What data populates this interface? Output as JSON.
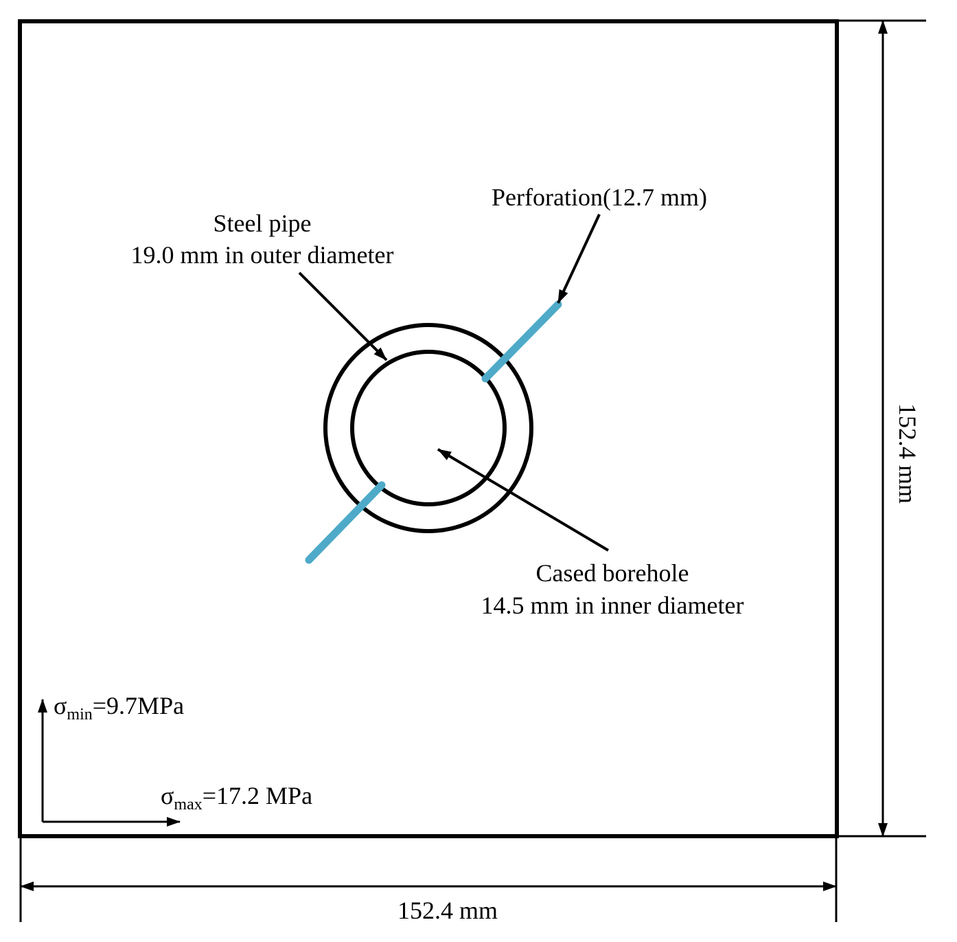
{
  "labels": {
    "perforation": "Perforation(12.7 mm)",
    "steel_pipe_title": "Steel pipe",
    "steel_pipe_dim": "19.0 mm in outer diameter",
    "borehole_title": "Cased borehole",
    "borehole_dim": "14.5 mm in inner diameter",
    "width_dim": "152.4 mm",
    "height_dim": "152.4 mm"
  },
  "stress": {
    "sigma_symbol": "σ",
    "min_sub": "min",
    "min_value": "=9.7MPa",
    "max_sub": "max",
    "max_value": "=17.2 MPa"
  },
  "colors": {
    "line": "#000000",
    "perforation": "#4eaac8"
  }
}
